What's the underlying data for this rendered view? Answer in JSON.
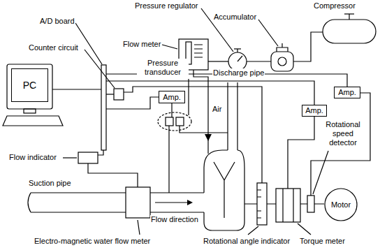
{
  "diagram": {
    "nodes": [
      {
        "text": [
          "PC"
        ]
      },
      {
        "text": [
          "Amp."
        ]
      },
      {
        "text": [
          "Amp."
        ]
      },
      {
        "text": [
          "Amp."
        ]
      },
      {
        "text": [
          "Motor"
        ]
      }
    ],
    "labels": [
      "Pressure regulator",
      "Accumulator",
      "Compressor",
      "A/D board",
      "Flow meter",
      "Counter circuit",
      "Discharge pipe",
      "Pressure transducer",
      "Air",
      "Flow indicator",
      "Rotational speed detector",
      "Flow direction",
      "Suction pipe",
      "Electro-magnetic water flow meter",
      "Rotational angle indicator",
      "Torque meter"
    ]
  }
}
